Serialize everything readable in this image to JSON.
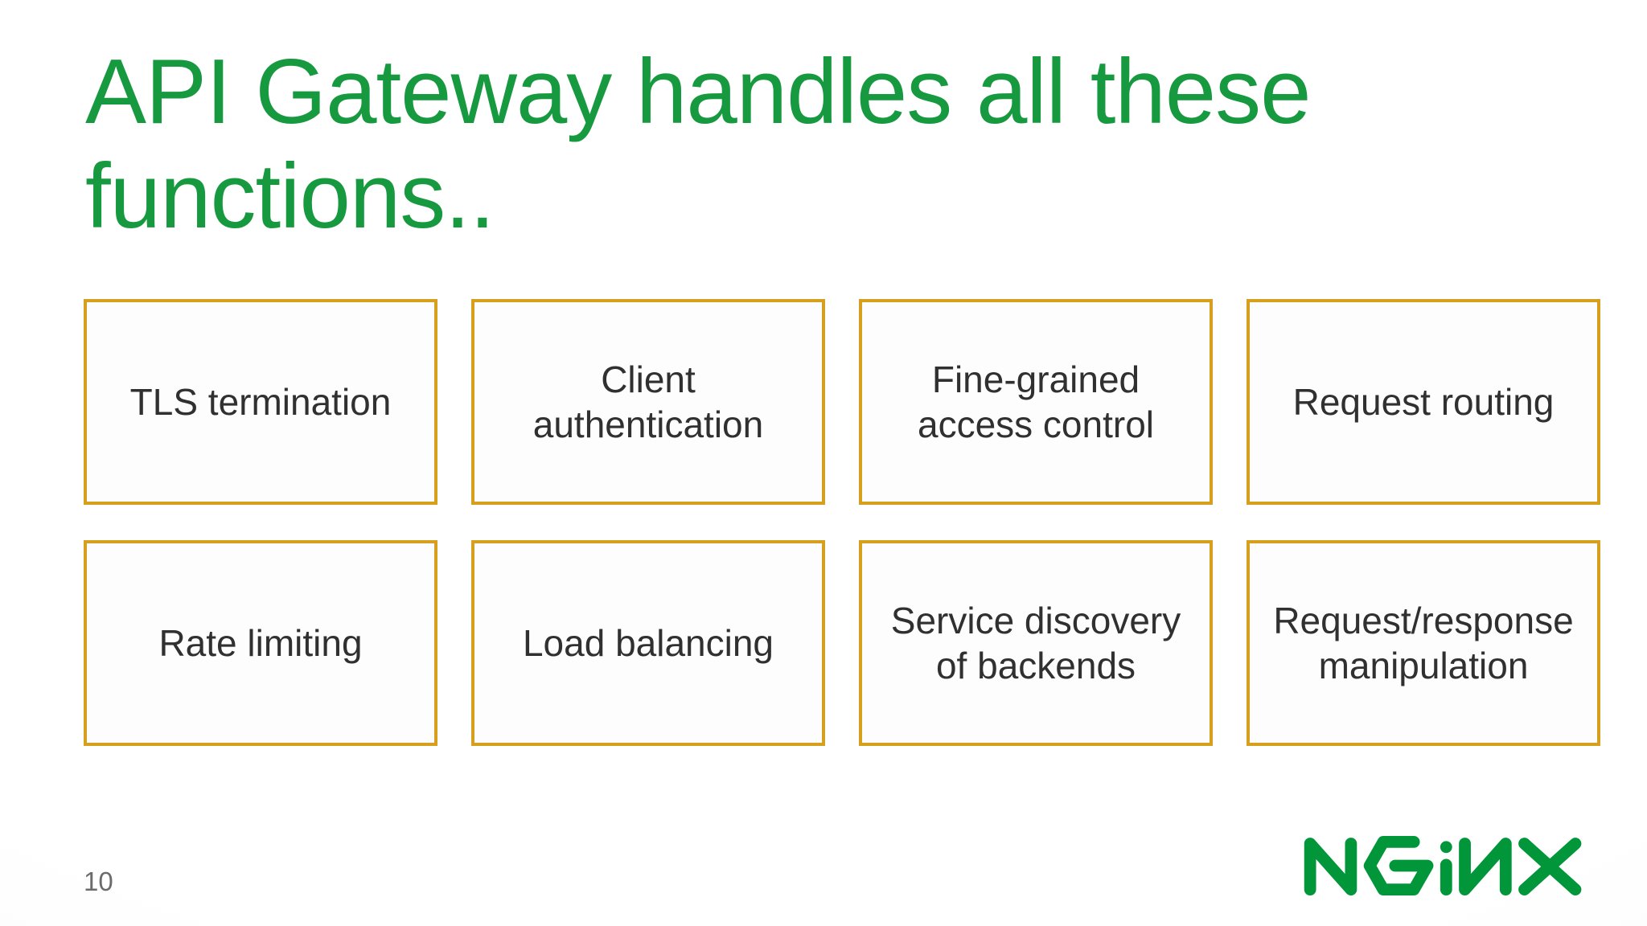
{
  "slide": {
    "title_line1": "API Gateway handles all these",
    "title_line2": "functions..",
    "page_number": "10"
  },
  "cards": [
    {
      "lines": [
        "TLS termination"
      ]
    },
    {
      "lines": [
        "Client",
        "authentication"
      ]
    },
    {
      "lines": [
        "Fine-grained",
        "access control"
      ]
    },
    {
      "lines": [
        "Request routing"
      ]
    },
    {
      "lines": [
        "Rate limiting"
      ]
    },
    {
      "lines": [
        "Load balancing"
      ]
    },
    {
      "lines": [
        "Service discovery",
        "of backends"
      ]
    },
    {
      "lines": [
        "Request/response",
        "manipulation"
      ]
    }
  ],
  "logo": {
    "name": "NGINX",
    "color": "#009639"
  },
  "colors": {
    "title_green": "#17993F",
    "card_border_gold": "#D6A01E",
    "card_text": "#303030",
    "page_number_gray": "#6b6b6b",
    "background": "#ffffff"
  }
}
